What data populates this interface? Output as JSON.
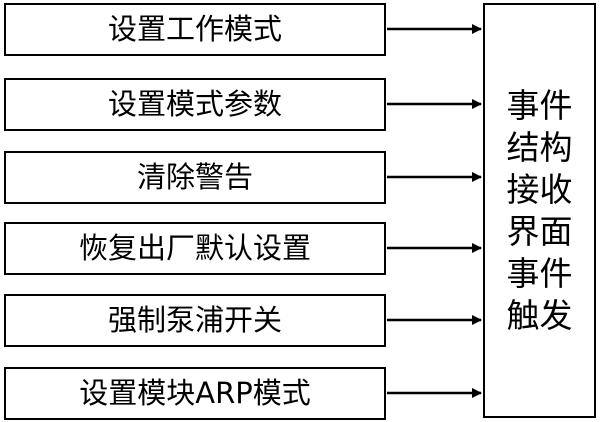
{
  "diagram": {
    "left_boxes": [
      {
        "label": "设置工作模式"
      },
      {
        "label": "设置模式参数"
      },
      {
        "label": "清除警告"
      },
      {
        "label": "恢复出厂默认设置"
      },
      {
        "label": "强制泵浦开关"
      },
      {
        "label": "设置模块ARP模式"
      }
    ],
    "right_box": {
      "lines": [
        "事件",
        "结构",
        "接收",
        "界面",
        "事件",
        "触发"
      ]
    }
  }
}
